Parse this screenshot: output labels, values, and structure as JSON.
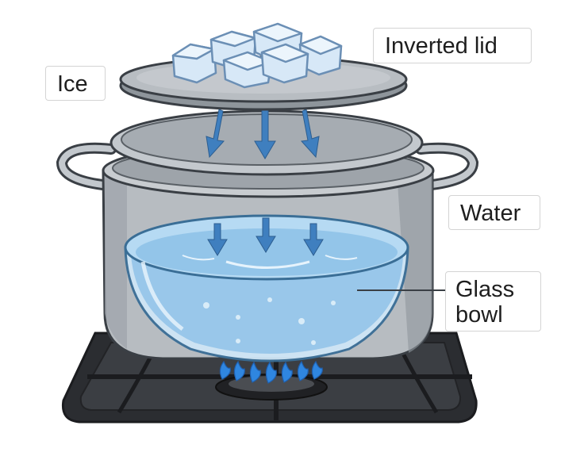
{
  "labels": {
    "ice": "Ice",
    "inverted_lid": "Inverted lid",
    "water": "Water",
    "glass_bowl_line1": "Glass",
    "glass_bowl_line2": "bowl"
  },
  "colors": {
    "outline": "#3a3f45",
    "pot_steel": "#b7bcc1",
    "pot_shadow": "#8f969c",
    "lid": "#a9aeb3",
    "ice": "#d7e8f7",
    "ice_edge": "#9cbcdc",
    "water": "#8fc2e8",
    "water_light": "#b6daf3",
    "bowl_glass": "#cfe6f6",
    "arrow": "#3f7fbf",
    "stove": "#2b2d31",
    "flame": "#2f86e0"
  }
}
